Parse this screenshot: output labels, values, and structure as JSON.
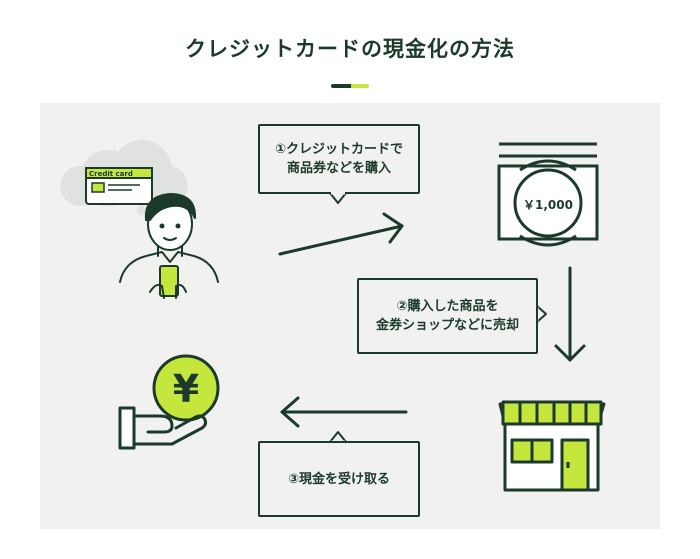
{
  "header": {
    "title": "クレジットカードの現金化の方法"
  },
  "steps": [
    {
      "line1": "①クレジットカードで",
      "line2": "商品券などを購入"
    },
    {
      "line1": "②購入した商品を",
      "line2": "金券ショップなどに売却"
    },
    {
      "line1": "③現金を受け取る",
      "line2": ""
    }
  ],
  "card": {
    "label": "Credit card"
  },
  "voucher": {
    "amount": "￥1,000"
  },
  "coin": {
    "symbol": "¥"
  },
  "colors": {
    "dark_green": "#1b3a2b",
    "lime": "#c5e63c",
    "panel": "#f1f2f0",
    "cloud": "#dfe2df"
  }
}
